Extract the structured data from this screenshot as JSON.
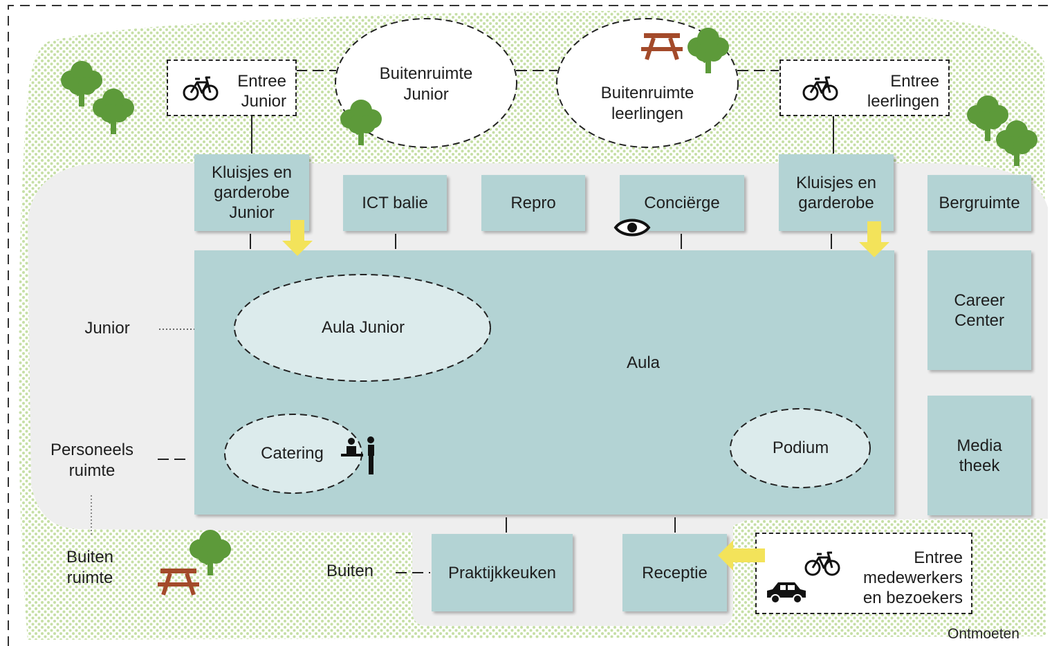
{
  "diagram": {
    "footer": "Ontmoeten",
    "colors": {
      "room": "#b3d3d4",
      "zone": "#dcebec",
      "arrow": "#f3e35a",
      "tree": "#5d9a3a",
      "bench": "#a34a2a",
      "grass": "#cfe3b0",
      "floor": "#efefef"
    },
    "outdoor": {
      "zone_junior": "Buitenruimte\nJunior",
      "zone_leerlingen": "Buitenruimte\nleerlingen",
      "entrance_junior": "Entree\nJunior",
      "entrance_leerlingen": "Entree\nleerlingen",
      "entrance_staff": "Entree\nmedewerkers\nen bezoekers"
    },
    "rooms": {
      "kluisjes_junior": "Kluisjes en\ngarderobe\nJunior",
      "ict_balie": "ICT balie",
      "repro": "Repro",
      "concierge": "Conciërge",
      "kluisjes": "Kluisjes en\ngarderobe",
      "bergruimte": "Bergruimte",
      "career_center": "Career\nCenter",
      "mediatheek": "Media\ntheek",
      "praktijkkeuken": "Praktijkkeuken",
      "receptie": "Receptie"
    },
    "aula": {
      "label": "Aula",
      "aula_junior": "Aula Junior",
      "catering": "Catering",
      "podium": "Podium"
    },
    "side_labels": {
      "junior": "Junior",
      "personeels": "Personeels\nruimte",
      "buiten_ruimte": "Buiten\nruimte",
      "buiten": "Buiten"
    },
    "icons": [
      "bicycle-icon",
      "car-icon",
      "tree-icon",
      "picnic-table-icon",
      "eye-icon",
      "catering-icon",
      "arrow-icon"
    ]
  }
}
